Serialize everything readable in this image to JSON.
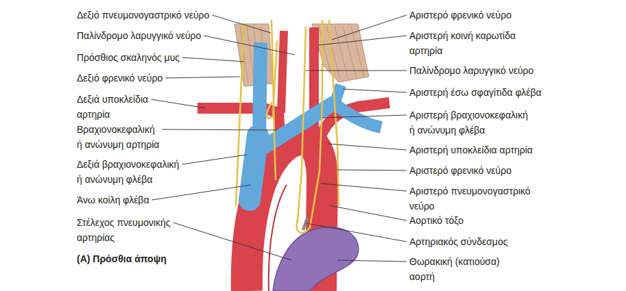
{
  "diagram": {
    "caption": "(A) Πρόσθια άποψη",
    "labels": [
      "Δεξιό πνευμονογαστρικό νεύρο",
      "Παλίνδρομο λαρυγγικό νεύρο",
      "Πρόσθιος σκαληνός μυς",
      "Δεξιό φρενικό νεύρο",
      "Δεξιά υποκλείδια αρτηρία",
      "Βραχιονοκεφαλική ή ανώνυμη αρτηρία",
      "Δεξιά βραχιονοκεφαλική ή ανώνυμη φλέβα",
      "Άνω κοίλη φλέβα",
      "Στέλεχος πνευμονικής αρτηρίας",
      "Αριστερό φρενικό νεύρο",
      "Αριστερή κοινή καρωτίδα αρτηρία",
      "Παλίνδρομο λαρυγγικό νεύρο",
      "Αριστερή έσω σφαγίτιδα φλέβα",
      "Αριστερή βραχιονοκεφαλική ή ανώνυμη φλέβα",
      "Αριστερή υποκλείδια αρτηρία",
      "Αριστερό φρενικό νεύρο",
      "Αριστερό πνευμονογαστρικό νεύρο",
      "Αορτικό τόξο",
      "Αρτηριακός σύνδεσμος",
      "Θωρακική (κατιούσα) αορτή"
    ]
  }
}
